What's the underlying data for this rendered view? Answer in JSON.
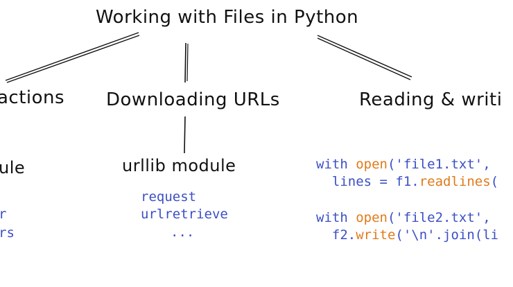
{
  "title": "Working with Files in Python",
  "branches": {
    "left": {
      "heading": "actions",
      "module": "ule",
      "items": [
        "r",
        "rs"
      ]
    },
    "middle": {
      "heading": "Downloading URLs",
      "module": "urllib module",
      "items": [
        "request",
        "urlretrieve",
        "..."
      ]
    },
    "right": {
      "heading": "Reading & writi",
      "code": {
        "line1": {
          "kw": "with ",
          "fn": "open",
          "rest": "('file1.txt', "
        },
        "line2": {
          "pre": "  lines = f1.",
          "fn": "readlines",
          "rest": "("
        },
        "line3": {
          "kw": "with ",
          "fn": "open",
          "rest": "('file2.txt', "
        },
        "line4": {
          "pre": "  f2.",
          "fn": "write",
          "rest": "('\\n'.join(li"
        }
      }
    }
  },
  "colors": {
    "ink": "#111111",
    "code_blue": "#3b4fc4",
    "code_orange": "#e07a1a"
  }
}
